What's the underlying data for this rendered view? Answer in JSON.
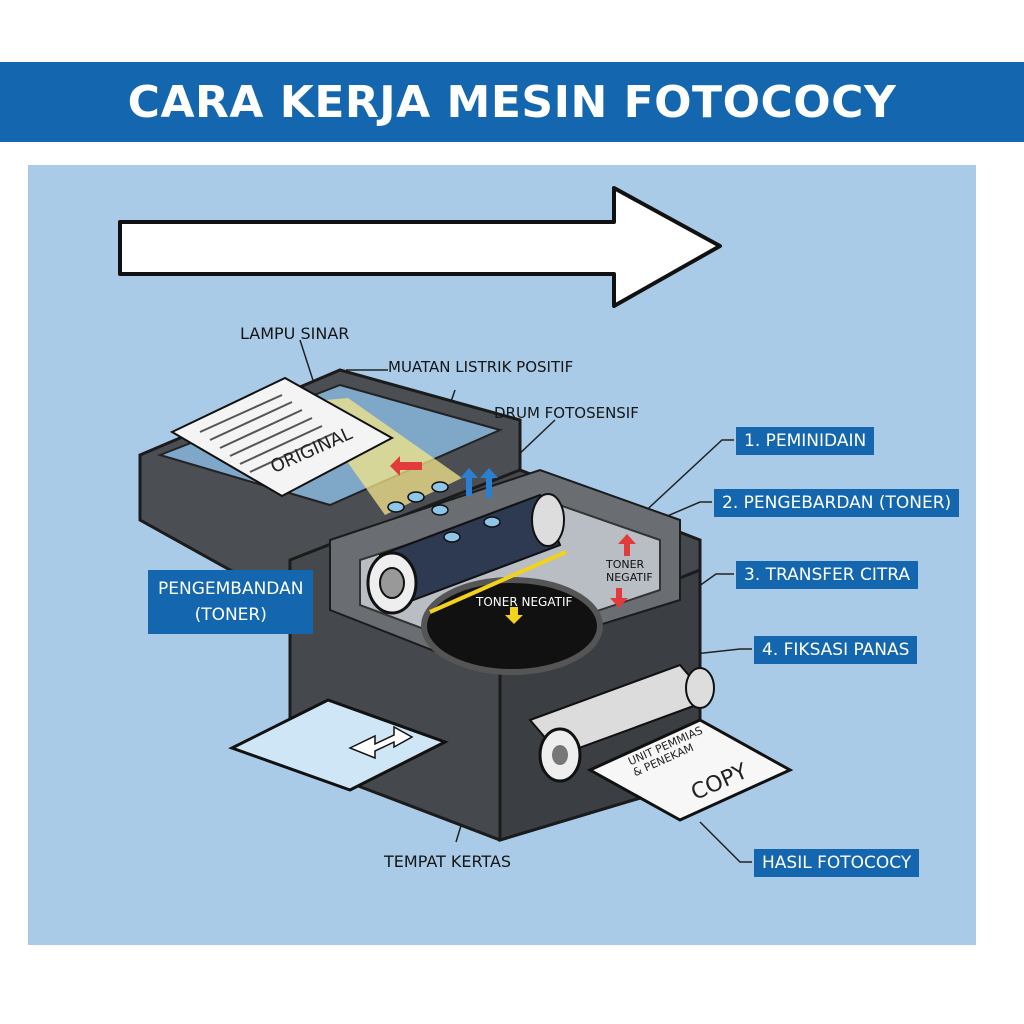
{
  "title": "CARA KERJA MESIN FOTOCOCY",
  "labels": {
    "lampu_sinar": "LAMPU SINAR",
    "muatan_listrik": "MUATAN LISTRIK POSITIF",
    "drum": "DRUM FOTOSENSIF",
    "pengembandan": "PENGEMBANDAN\n(TONER)",
    "tempat_kertas": "TEMPAT KERTAS",
    "toner_negatif_side": "TONER\nNEGATIF",
    "toner_negatif_drum": "TONER NEGATIF",
    "original_doc": "ORIGINAL",
    "copy_unit": "UNIT PEMMIAS\n& PENEKAM",
    "copy_word": "COPY"
  },
  "steps": [
    "1. PEMINIDAIN",
    "2. PENGEBARDAN (TONER)",
    "3. TRANSFER CITRA",
    "4. FIKSASI PANAS"
  ],
  "result": "HASIL FOTOCOCY",
  "colors": {
    "banner": "#1466ae",
    "panel": "#a9cbe8",
    "machine": "#4a4d52",
    "arrow_red": "#e23b3b",
    "arrow_blue": "#2a7fd0",
    "toner_yellow": "#f2d21b"
  },
  "icons": [
    "direction-arrow-icon",
    "paper-feed-arrow-icon",
    "charge-arrow-icon"
  ]
}
